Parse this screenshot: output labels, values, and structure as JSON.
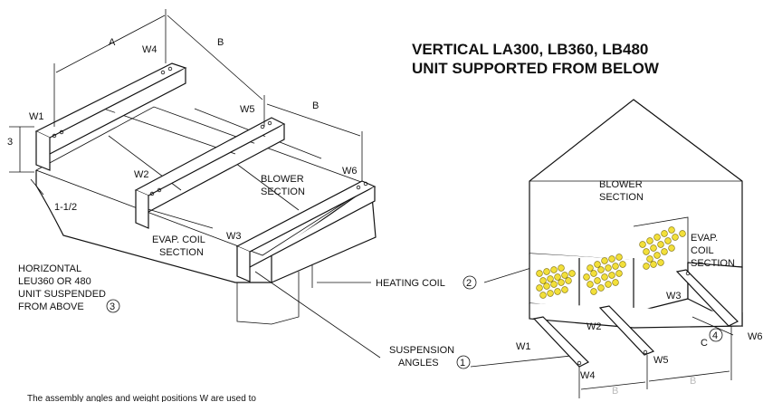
{
  "title": {
    "line1": "VERTICAL LA300, LB360, LB480",
    "line2": "UNIT SUPPORTED FROM BELOW"
  },
  "left": {
    "dim_a": "A",
    "dim_b1": "B",
    "dim_b2": "B",
    "dim_3": "3",
    "dim_1_1_2": "1-1/2",
    "w1": "W1",
    "w2": "W2",
    "w3": "W3",
    "w4": "W4",
    "w5": "W5",
    "w6": "W6",
    "blower1": "BLOWER",
    "blower2": "SECTION",
    "evap1": "EVAP. COIL",
    "evap2": "SECTION",
    "horiz1": "HORIZONTAL",
    "horiz2": "LEU360 OR 480",
    "horiz3": "UNIT SUSPENDED",
    "horiz4": "FROM ABOVE",
    "horiz_num": "3"
  },
  "callouts": {
    "heating": "HEATING COIL",
    "heating_num": "2",
    "susp1": "SUSPENSION",
    "susp2": "ANGLES",
    "susp_num": "1"
  },
  "right": {
    "blower1": "BLOWER",
    "blower2": "SECTION",
    "evap1": "EVAP.",
    "evap2": "COIL",
    "evap3": "SECTION",
    "w1": "W1",
    "w2": "W2",
    "w3": "W3",
    "w4": "W4",
    "w5": "W5",
    "w6": "W6",
    "dim_c": "C",
    "dim_c_num": "4",
    "dim_b1": "B",
    "dim_b2": "B"
  },
  "footnote": "The assembly angles and weight positions W are used to"
}
